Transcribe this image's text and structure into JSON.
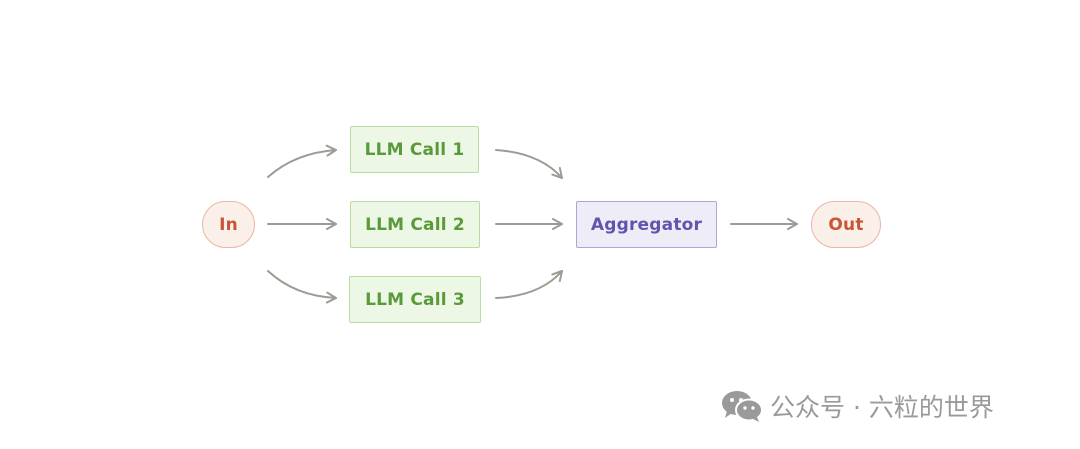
{
  "diagram": {
    "nodes": {
      "input": "In",
      "call_1": "LLM Call 1",
      "call_2": "LLM Call 2",
      "call_3": "LLM Call 3",
      "aggregator": "Aggregator",
      "output": "Out"
    },
    "colors": {
      "terminal_fill": "#fbefea",
      "terminal_border": "#eab6a6",
      "terminal_text": "#c75536",
      "llm_fill": "#edf7e6",
      "llm_border": "#b9dca3",
      "llm_text": "#5b9a3a",
      "aggregator_fill": "#eeedf7",
      "aggregator_border": "#aaa6dc",
      "aggregator_text": "#5f55ad",
      "arrow": "#9c9c94"
    }
  },
  "watermark": {
    "text": "公众号 · 六粒的世界",
    "icon": "wechat-logo"
  }
}
